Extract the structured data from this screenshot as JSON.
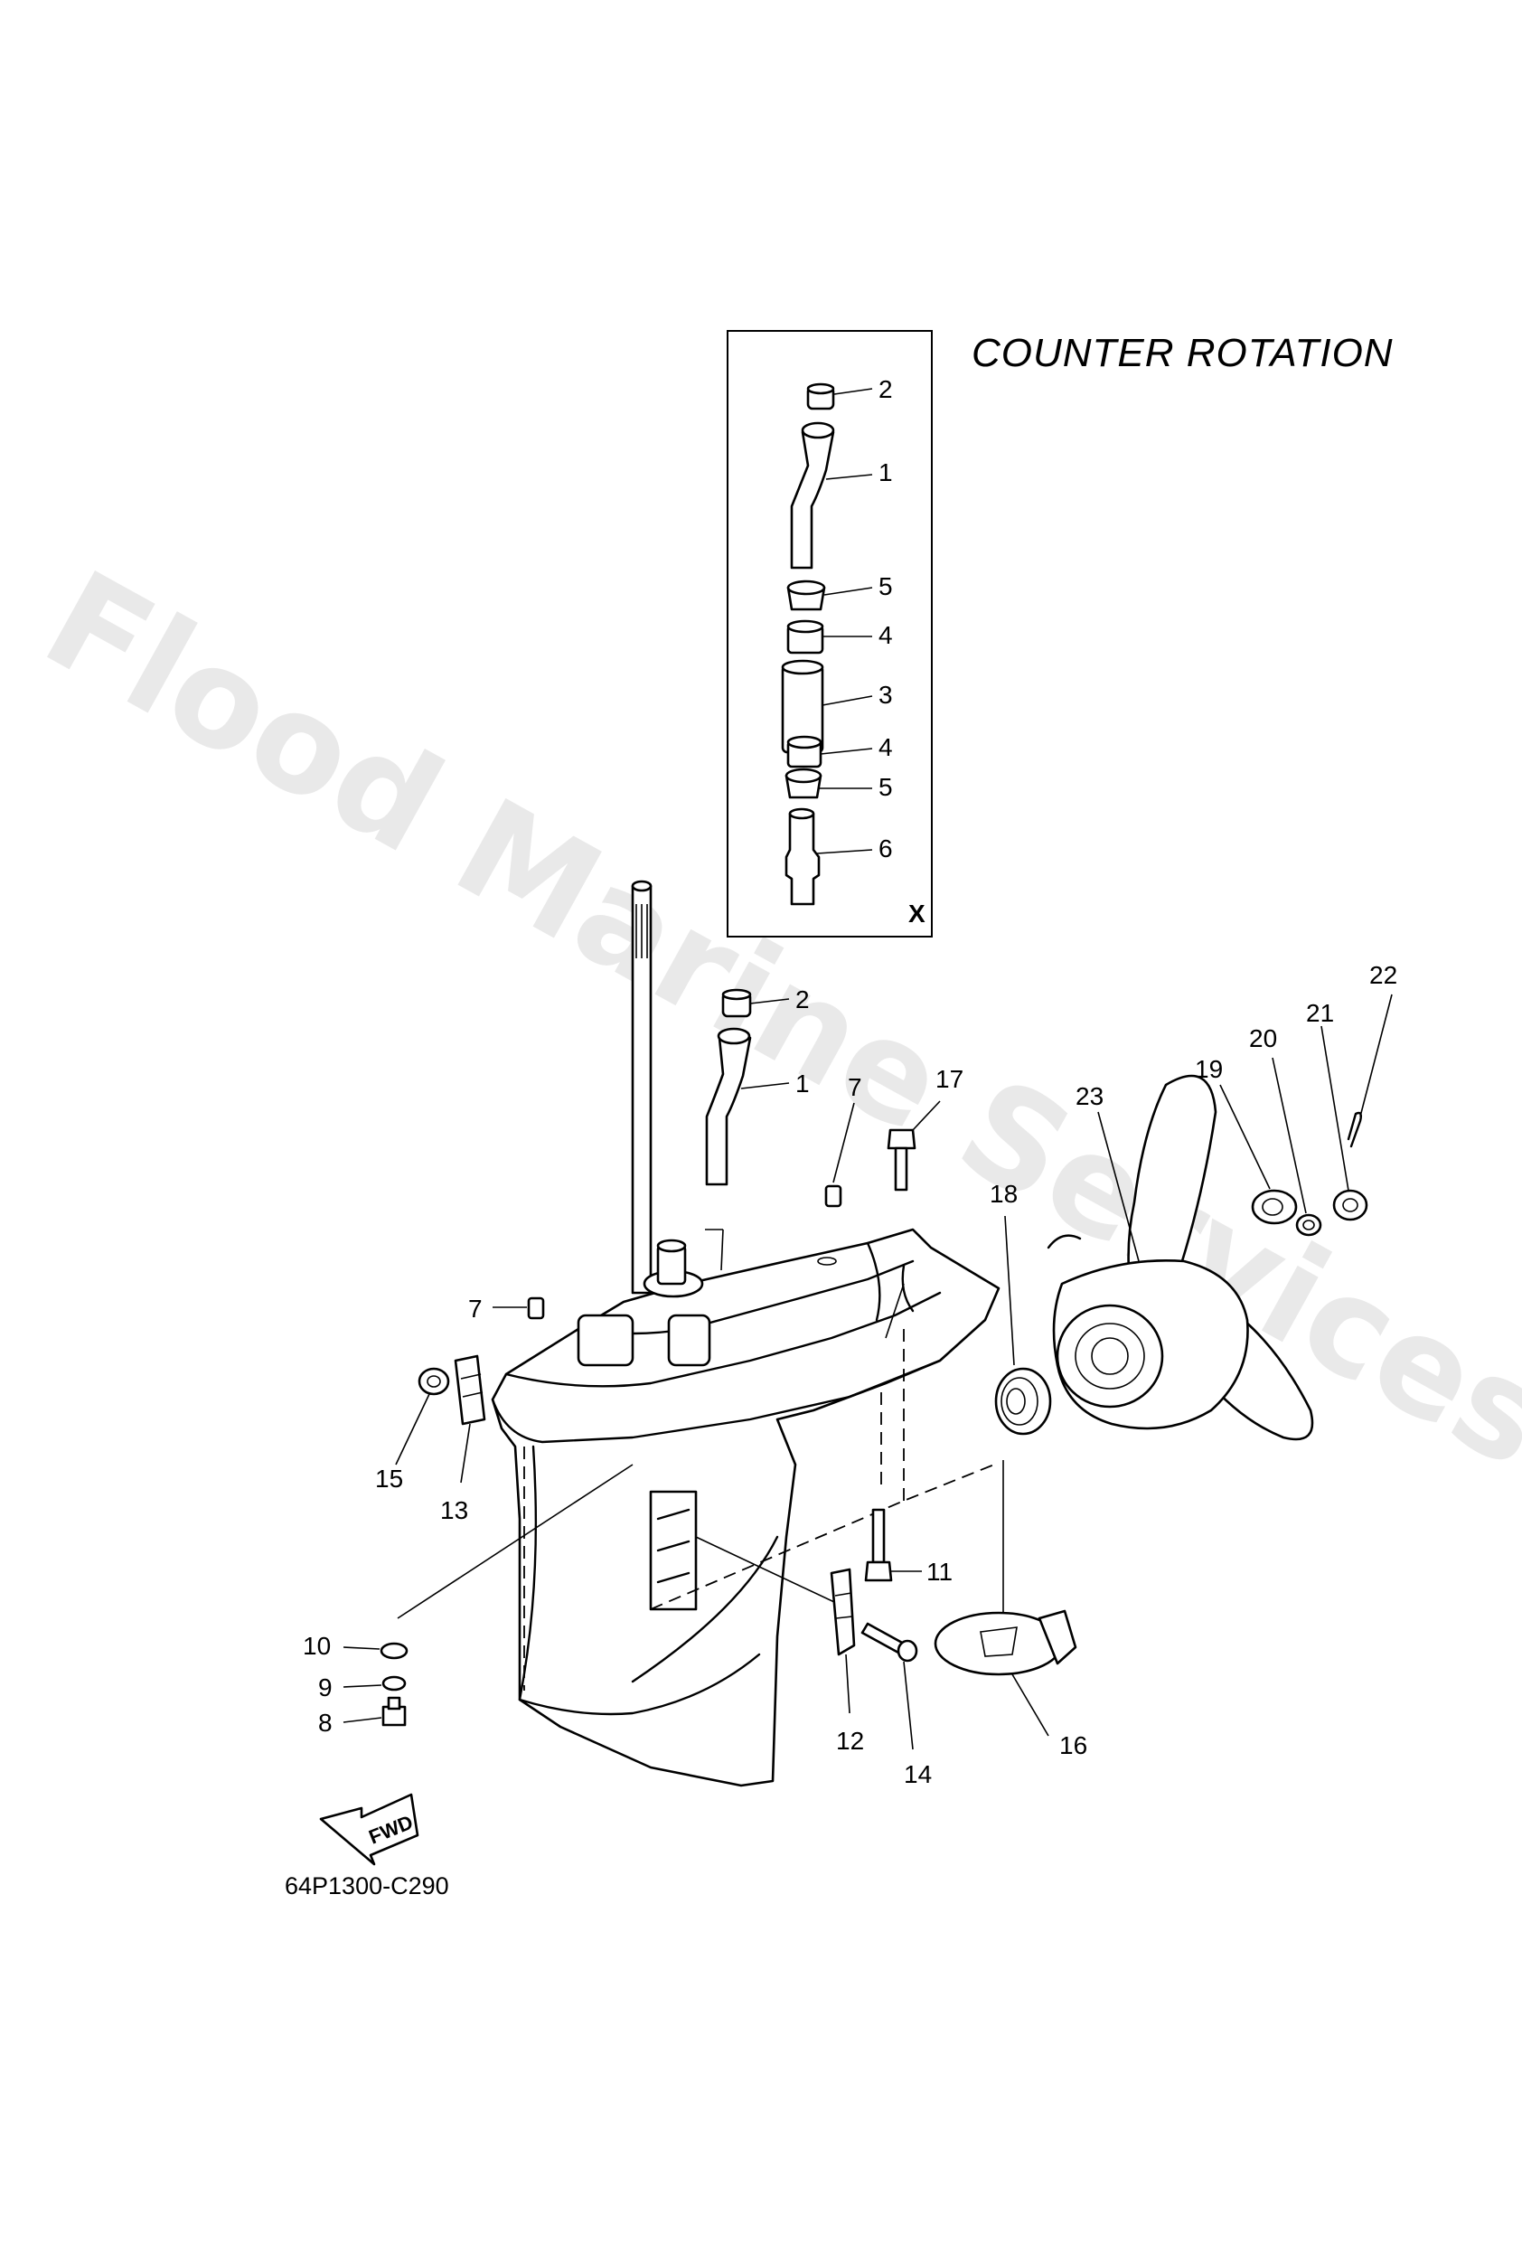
{
  "title": "COUNTER  ROTATION",
  "diagram_code": "64P1300-C290",
  "inset_marker": "X",
  "forward_arrow_label": "FWD",
  "watermark": "Flood Marine Services",
  "inset_callouts": [
    {
      "id": "inset-2",
      "label": "2"
    },
    {
      "id": "inset-1",
      "label": "1"
    },
    {
      "id": "inset-5a",
      "label": "5"
    },
    {
      "id": "inset-4a",
      "label": "4"
    },
    {
      "id": "inset-3",
      "label": "3"
    },
    {
      "id": "inset-4b",
      "label": "4"
    },
    {
      "id": "inset-5b",
      "label": "5"
    },
    {
      "id": "inset-6",
      "label": "6"
    }
  ],
  "main_callouts": [
    {
      "id": "main-2",
      "label": "2"
    },
    {
      "id": "main-1",
      "label": "1"
    },
    {
      "id": "main-7a",
      "label": "7"
    },
    {
      "id": "main-17",
      "label": "17"
    },
    {
      "id": "main-18",
      "label": "18"
    },
    {
      "id": "main-23",
      "label": "23"
    },
    {
      "id": "main-19",
      "label": "19"
    },
    {
      "id": "main-20",
      "label": "20"
    },
    {
      "id": "main-21",
      "label": "21"
    },
    {
      "id": "main-22",
      "label": "22"
    },
    {
      "id": "main-7b",
      "label": "7"
    },
    {
      "id": "main-15",
      "label": "15"
    },
    {
      "id": "main-13",
      "label": "13"
    },
    {
      "id": "main-11",
      "label": "11"
    },
    {
      "id": "main-10",
      "label": "10"
    },
    {
      "id": "main-9",
      "label": "9"
    },
    {
      "id": "main-8",
      "label": "8"
    },
    {
      "id": "main-12",
      "label": "12"
    },
    {
      "id": "main-14",
      "label": "14"
    },
    {
      "id": "main-16",
      "label": "16"
    }
  ]
}
